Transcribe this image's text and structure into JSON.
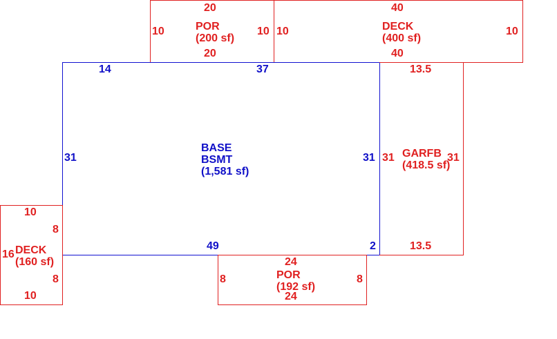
{
  "colors": {
    "sketch_red": "#e02020",
    "sketch_blue": "#1010c8",
    "background": "#ffffff"
  },
  "areas": {
    "por_top": {
      "line1": "POR",
      "line2": "(200 sf)",
      "dims": {
        "top": "20",
        "bottom": "20",
        "left": "10",
        "right": "10"
      }
    },
    "deck_top": {
      "line1": "DECK",
      "line2": "(400 sf)",
      "dims": {
        "top": "40",
        "bottom": "40",
        "left": "10",
        "right": "10"
      }
    },
    "base": {
      "line1": "BASE",
      "line2": "BSMT",
      "line3": "(1,581 sf)",
      "dims": {
        "top_left": "14",
        "top_mid": "37",
        "left": "31",
        "right": "31",
        "bottom": "49",
        "bottom_right": "2"
      }
    },
    "garfb": {
      "line1": "GARFB",
      "line2": "(418.5 sf)",
      "dims": {
        "top": "13.5",
        "bottom": "13.5",
        "left": "31",
        "right": "31"
      }
    },
    "deck_left": {
      "line1": "DECK",
      "line2": "(160 sf)",
      "dims": {
        "top": "10",
        "bottom": "10",
        "left": "16",
        "right_upper": "8",
        "right_lower": "8"
      }
    },
    "por_bottom": {
      "line1": "POR",
      "line2": "(192 sf)",
      "dims": {
        "top": "24",
        "bottom": "24",
        "left": "8",
        "right": "8"
      }
    }
  }
}
